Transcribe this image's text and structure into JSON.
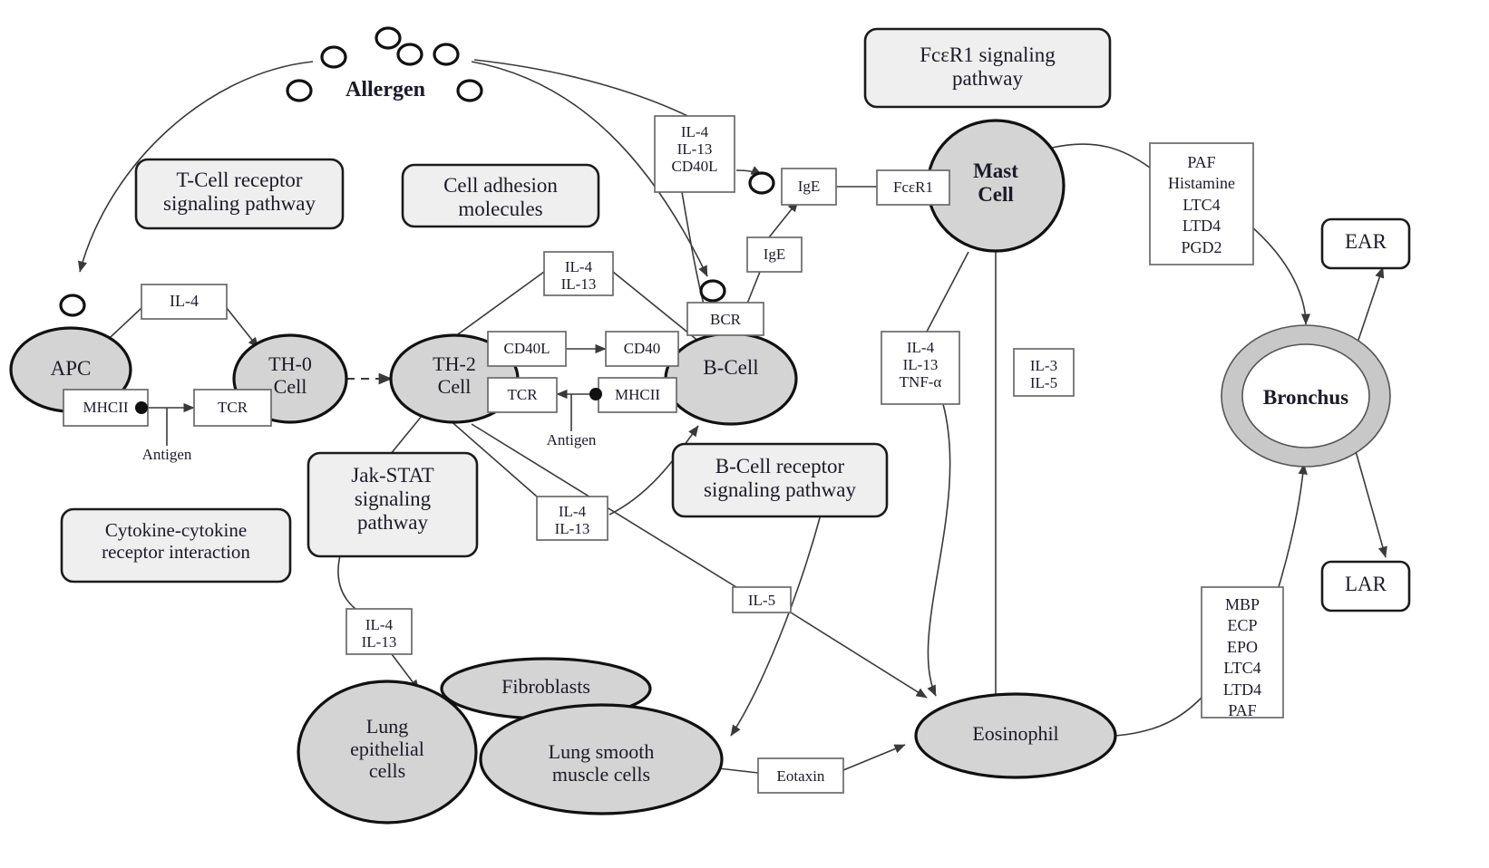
{
  "diagram": {
    "title_label": "Allergen",
    "pathway_boxes": [
      {
        "id": "tcr-pathway",
        "label": "T-Cell receptor\nsignaling pathway"
      },
      {
        "id": "cam-pathway",
        "label": "Cell adhesion\nmolecules"
      },
      {
        "id": "fceR1-pathway",
        "label": "FcεR1 signaling\npathway"
      },
      {
        "id": "cytokine-pathway",
        "label": "Cytokine-cytokine\nreceptor interaction"
      },
      {
        "id": "jakstat-pathway",
        "label": "Jak-STAT\nsignaling\npathway"
      },
      {
        "id": "bcr-pathway",
        "label": "B-Cell receptor\nsignaling pathway"
      }
    ],
    "cells": [
      {
        "id": "apc",
        "label": "APC"
      },
      {
        "id": "th0",
        "label": "TH-0\nCell"
      },
      {
        "id": "th2",
        "label": "TH-2\nCell"
      },
      {
        "id": "bcell",
        "label": "B-Cell"
      },
      {
        "id": "mast",
        "label": "Mast\nCell"
      },
      {
        "id": "eosinophil",
        "label": "Eosinophil"
      },
      {
        "id": "fibroblasts",
        "label": "Fibroblasts"
      },
      {
        "id": "lung-epithelial",
        "label": "Lung\nepithelial\ncells"
      },
      {
        "id": "lung-smooth",
        "label": "Lung smooth\nmuscle cells"
      },
      {
        "id": "bronchus",
        "label": "Bronchus"
      }
    ],
    "receptor_boxes": [
      {
        "id": "mhcii-apc",
        "label": "MHCII"
      },
      {
        "id": "tcr-th0",
        "label": "TCR"
      },
      {
        "id": "cd40l",
        "label": "CD40L"
      },
      {
        "id": "cd40",
        "label": "CD40"
      },
      {
        "id": "tcr-th2",
        "label": "TCR"
      },
      {
        "id": "mhcii-bcell",
        "label": "MHCII"
      },
      {
        "id": "bcr",
        "label": "BCR"
      },
      {
        "id": "ige-bound",
        "label": "IgE"
      },
      {
        "id": "ige-free",
        "label": "IgE"
      },
      {
        "id": "fcer1",
        "label": "FcεR1"
      }
    ],
    "mediator_boxes": [
      {
        "id": "il4-apc-th0",
        "label": "IL-4"
      },
      {
        "id": "il4-il13-th2-b",
        "label": "IL-4\nIL-13"
      },
      {
        "id": "il4-il13-cd40l",
        "label": "IL-4\nIL-13\nCD40L"
      },
      {
        "id": "il4-il13-lower",
        "label": "IL-4\nIL-13"
      },
      {
        "id": "il4-il13-jak",
        "label": "IL-4\nIL-13"
      },
      {
        "id": "il4-il13-tnfa",
        "label": "IL-4\nIL-13\nTNF-α"
      },
      {
        "id": "il3-il5",
        "label": "IL-3\nIL-5"
      },
      {
        "id": "il5",
        "label": "IL-5"
      },
      {
        "id": "eotaxin",
        "label": "Eotaxin"
      },
      {
        "id": "mast-mediators",
        "label": "PAF\nHistamine\nLTC4\nLTD4\nPGD2"
      },
      {
        "id": "eos-mediators",
        "label": "MBP\nECP\nEPO\nLTC4\nLTD4\nPAF"
      }
    ],
    "outcome_boxes": [
      {
        "id": "ear",
        "label": "EAR"
      },
      {
        "id": "lar",
        "label": "LAR"
      }
    ],
    "antigen_labels": [
      {
        "id": "antigen-left",
        "label": "Antigen"
      },
      {
        "id": "antigen-right",
        "label": "Antigen"
      }
    ],
    "colors": {
      "cell_fill": "#d4d4d4",
      "pathway_fill": "#efefef",
      "bronchus_wall": "#c8c8c8",
      "stroke": "#111111",
      "edge": "#3a3a3a"
    }
  }
}
